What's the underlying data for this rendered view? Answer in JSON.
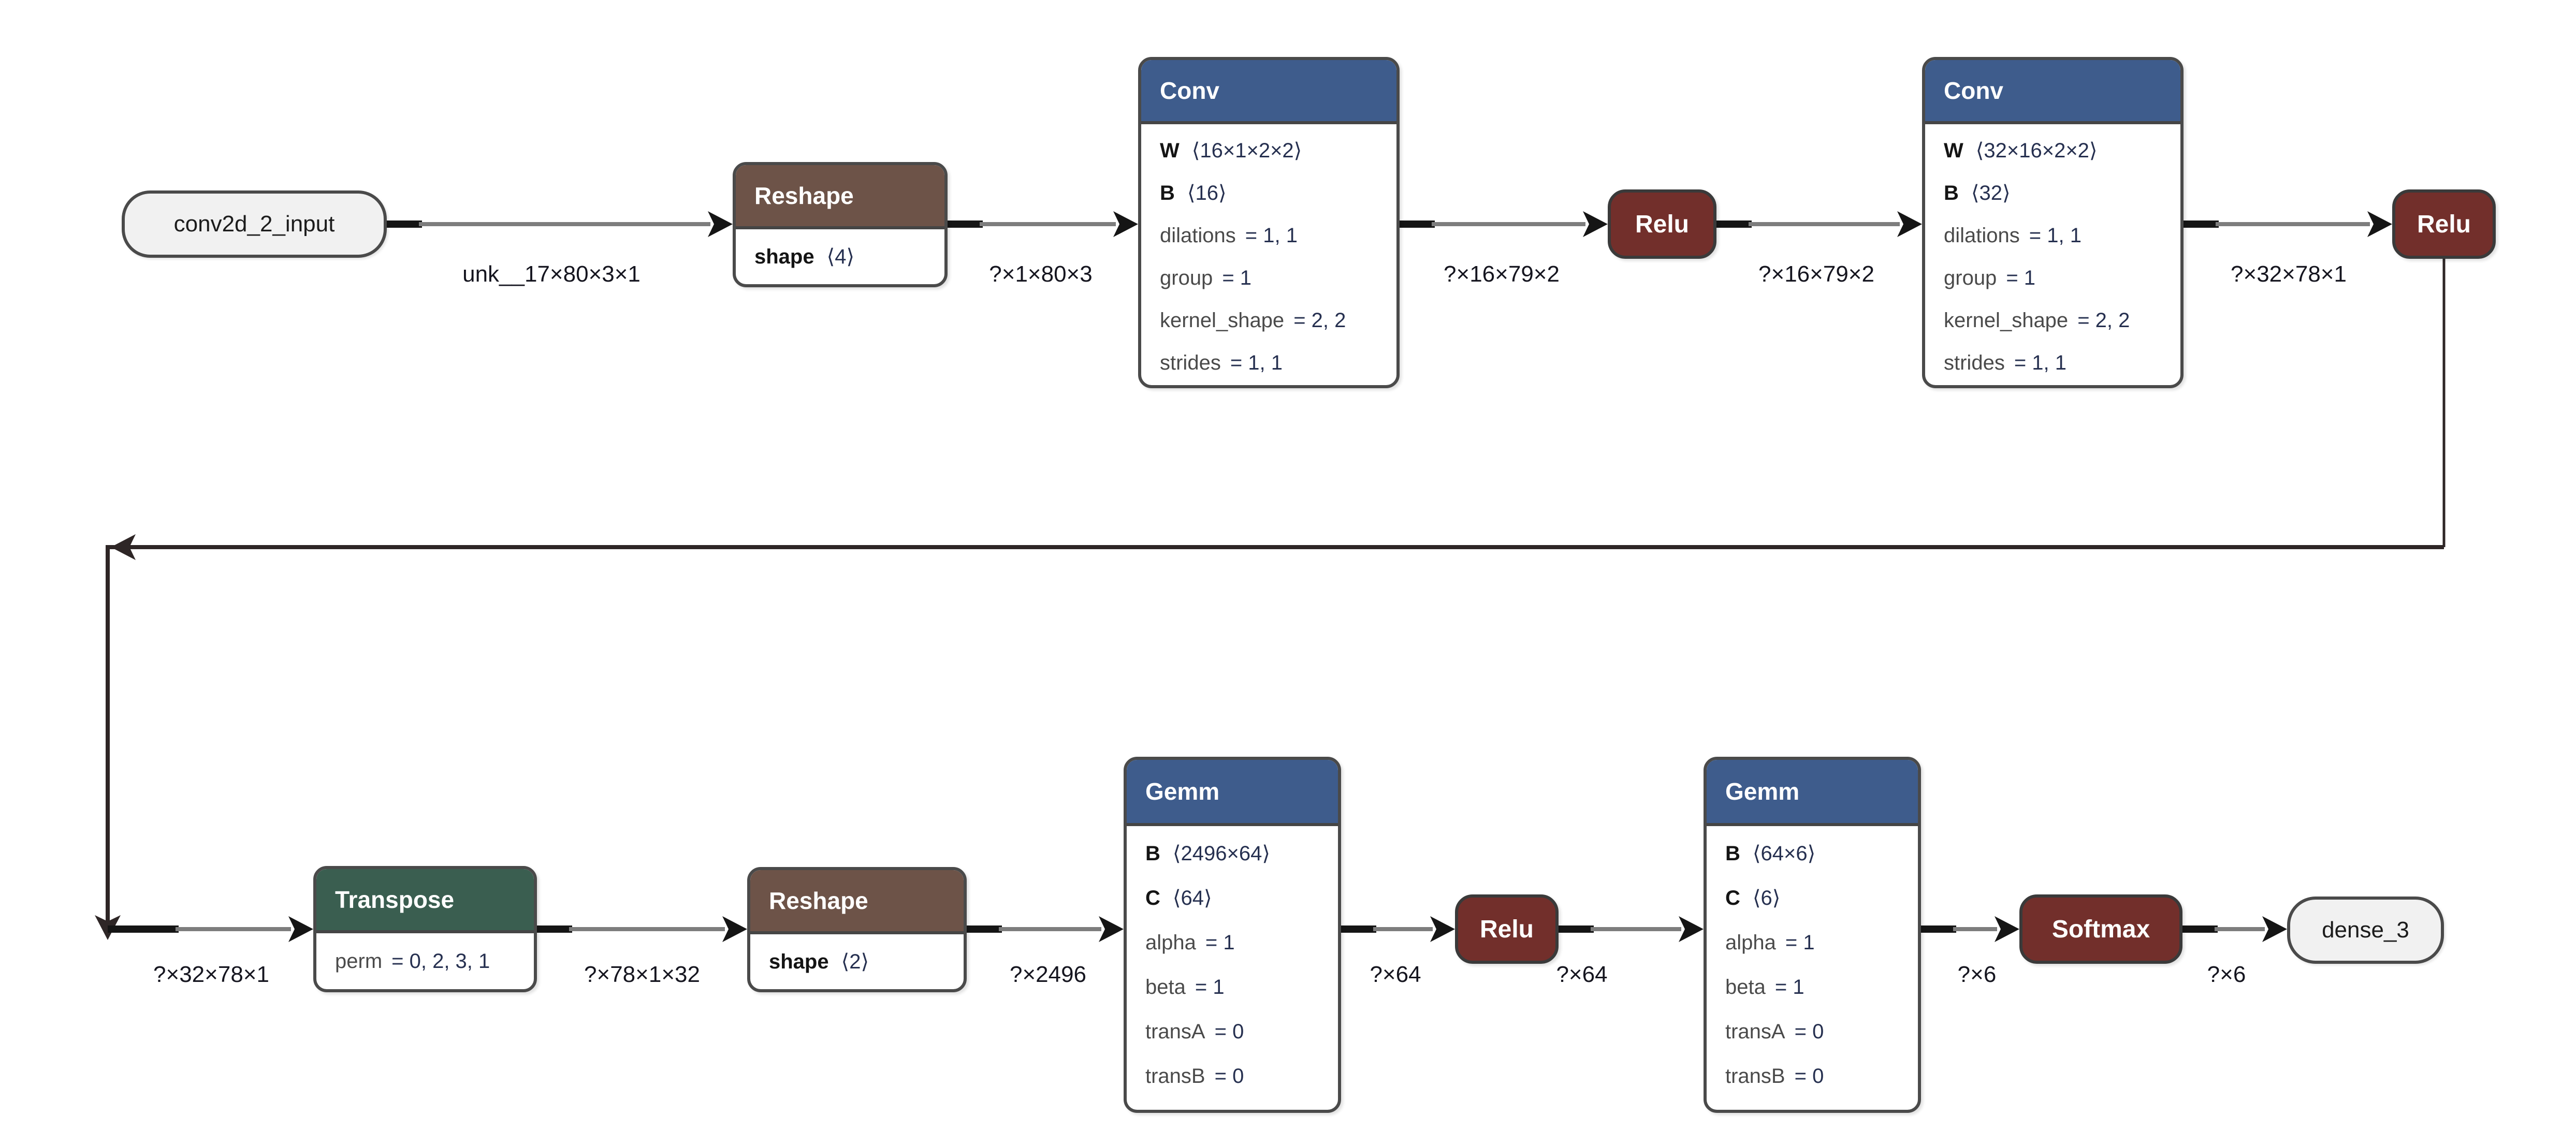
{
  "colors": {
    "layer_header": "#3e5c8c",
    "transform_header": "#6d5348",
    "transpose_header": "#3a5e50",
    "activation_fill": "#722f2b",
    "io_fill": "#f1f1f1",
    "node_border": "#4a4a4a",
    "edge_gray": "#7d7d7d",
    "edge_dark": "#2e2626"
  },
  "nodes": {
    "input": {
      "label": "conv2d_2_input"
    },
    "reshape1": {
      "title": "Reshape",
      "rows": [
        {
          "name": "shape",
          "value": "⟨4⟩"
        }
      ]
    },
    "conv1": {
      "title": "Conv",
      "rows": [
        {
          "name": "W",
          "value": "⟨16×1×2×2⟩"
        },
        {
          "name": "B",
          "value": "⟨16⟩"
        },
        {
          "name": "dilations",
          "value": "= 1, 1"
        },
        {
          "name": "group",
          "value": "= 1"
        },
        {
          "name": "kernel_shape",
          "value": "= 2, 2"
        },
        {
          "name": "strides",
          "value": "= 1, 1"
        }
      ]
    },
    "relu1": {
      "title": "Relu"
    },
    "conv2": {
      "title": "Conv",
      "rows": [
        {
          "name": "W",
          "value": "⟨32×16×2×2⟩"
        },
        {
          "name": "B",
          "value": "⟨32⟩"
        },
        {
          "name": "dilations",
          "value": "= 1, 1"
        },
        {
          "name": "group",
          "value": "= 1"
        },
        {
          "name": "kernel_shape",
          "value": "= 2, 2"
        },
        {
          "name": "strides",
          "value": "= 1, 1"
        }
      ]
    },
    "relu2": {
      "title": "Relu"
    },
    "transpose": {
      "title": "Transpose",
      "rows": [
        {
          "name": "perm",
          "value": "= 0, 2, 3, 1"
        }
      ]
    },
    "reshape2": {
      "title": "Reshape",
      "rows": [
        {
          "name": "shape",
          "value": "⟨2⟩"
        }
      ]
    },
    "gemm1": {
      "title": "Gemm",
      "rows": [
        {
          "name": "B",
          "value": "⟨2496×64⟩"
        },
        {
          "name": "C",
          "value": "⟨64⟩"
        },
        {
          "name": "alpha",
          "value": "= 1"
        },
        {
          "name": "beta",
          "value": "= 1"
        },
        {
          "name": "transA",
          "value": "= 0"
        },
        {
          "name": "transB",
          "value": "= 0"
        }
      ]
    },
    "relu3": {
      "title": "Relu"
    },
    "gemm2": {
      "title": "Gemm",
      "rows": [
        {
          "name": "B",
          "value": "⟨64×6⟩"
        },
        {
          "name": "C",
          "value": "⟨6⟩"
        },
        {
          "name": "alpha",
          "value": "= 1"
        },
        {
          "name": "beta",
          "value": "= 1"
        },
        {
          "name": "transA",
          "value": "= 0"
        },
        {
          "name": "transB",
          "value": "= 0"
        }
      ]
    },
    "softmax": {
      "title": "Softmax"
    },
    "output": {
      "label": "dense_3"
    }
  },
  "edge_labels": [
    {
      "text": "unk__17×80×3×1"
    },
    {
      "text": "?×1×80×3"
    },
    {
      "text": "?×16×79×2"
    },
    {
      "text": "?×16×79×2"
    },
    {
      "text": "?×32×78×1"
    },
    {
      "text": "?×32×78×1"
    },
    {
      "text": "?×78×1×32"
    },
    {
      "text": "?×2496"
    },
    {
      "text": "?×64"
    },
    {
      "text": "?×64"
    },
    {
      "text": "?×6"
    },
    {
      "text": "?×6"
    }
  ]
}
